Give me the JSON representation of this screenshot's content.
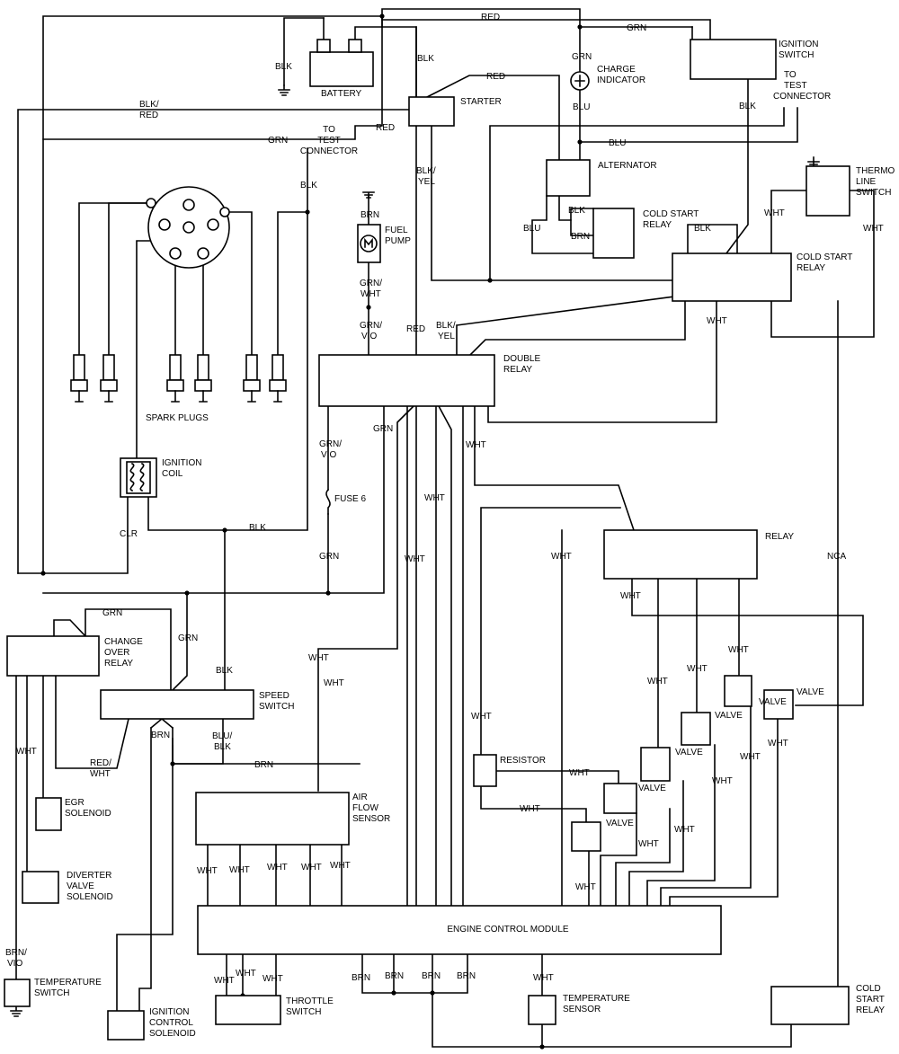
{
  "components": {
    "battery": "BATTERY",
    "starter": "STARTER",
    "ignition_switch": [
      "IGNITION",
      "SWITCH"
    ],
    "charge_indicator": [
      "CHARGE",
      "INDICATOR"
    ],
    "to_test_connector": [
      "TO",
      "TEST",
      "CONNECTOR"
    ],
    "alternator": "ALTERNATOR",
    "cold_start_relay_small": [
      "COLD START",
      "RELAY"
    ],
    "thermo_line_switch": [
      "THERMO",
      "LINE",
      "SWITCH"
    ],
    "cold_start_relay": [
      "COLD START",
      "RELAY"
    ],
    "fuel_pump": [
      "FUEL",
      "PUMP"
    ],
    "spark_plugs": "SPARK PLUGS",
    "ignition_coil": [
      "IGNITION",
      "COIL"
    ],
    "fuse_6": "FUSE 6",
    "double_relay": [
      "DOUBLE",
      "RELAY"
    ],
    "relay": "RELAY",
    "change_over_relay": [
      "CHANGE",
      "OVER",
      "RELAY"
    ],
    "speed_switch": [
      "SPEED",
      "SWITCH"
    ],
    "egr_solenoid": [
      "EGR",
      "SOLENOID"
    ],
    "diverter_valve_solenoid": [
      "DIVERTER",
      "VALVE",
      "SOLENOID"
    ],
    "temperature_switch": [
      "TEMPERATURE",
      "SWITCH"
    ],
    "air_flow_sensor": [
      "AIR",
      "FLOW",
      "SENSOR"
    ],
    "resistor": "RESISTOR",
    "valve": "VALVE",
    "engine_control_module": "ENGINE CONTROL MODULE",
    "throttle_switch": [
      "THROTTLE",
      "SWITCH"
    ],
    "ignition_control_solenoid": [
      "IGNITION",
      "CONTROL",
      "SOLENOID"
    ],
    "temperature_sensor": [
      "TEMPERATURE",
      "SENSOR"
    ],
    "cold_start_relay_bottom": [
      "COLD",
      "START",
      "RELAY"
    ]
  },
  "wires": {
    "red": "RED",
    "grn": "GRN",
    "blk": "BLK",
    "blu": "BLU",
    "brn": "BRN",
    "wht": "WHT",
    "clr": "CLR",
    "nca": "NCA",
    "blk_red": [
      "BLK/",
      "RED"
    ],
    "blk_yel": [
      "BLK/",
      "YEL"
    ],
    "grn_wht": [
      "GRN/",
      "WHT"
    ],
    "grn_vio": [
      "GRN/",
      "VIO"
    ],
    "blu_blk": [
      "BLU/",
      "BLK"
    ],
    "red_wht": [
      "RED/",
      "WHT"
    ],
    "brn_vio": [
      "BRN/",
      "VIO"
    ]
  },
  "icons": [
    "ground-icon",
    "spark-plug-icon",
    "coil-icon",
    "motor-icon",
    "lamp-icon"
  ],
  "colors": {
    "line": "#000000",
    "background": "#ffffff"
  }
}
